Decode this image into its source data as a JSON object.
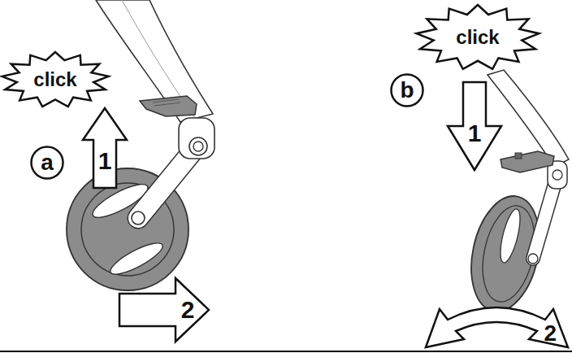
{
  "diagram": {
    "nodes": [
      {
        "text": [
          "click"
        ]
      },
      {
        "text": [
          "a"
        ]
      },
      {
        "text": [
          "1"
        ]
      },
      {
        "text": [
          "2"
        ]
      },
      {
        "text": [
          "click"
        ]
      },
      {
        "text": [
          "b"
        ]
      },
      {
        "text": [
          "1"
        ]
      },
      {
        "text": [
          "2"
        ]
      }
    ]
  }
}
